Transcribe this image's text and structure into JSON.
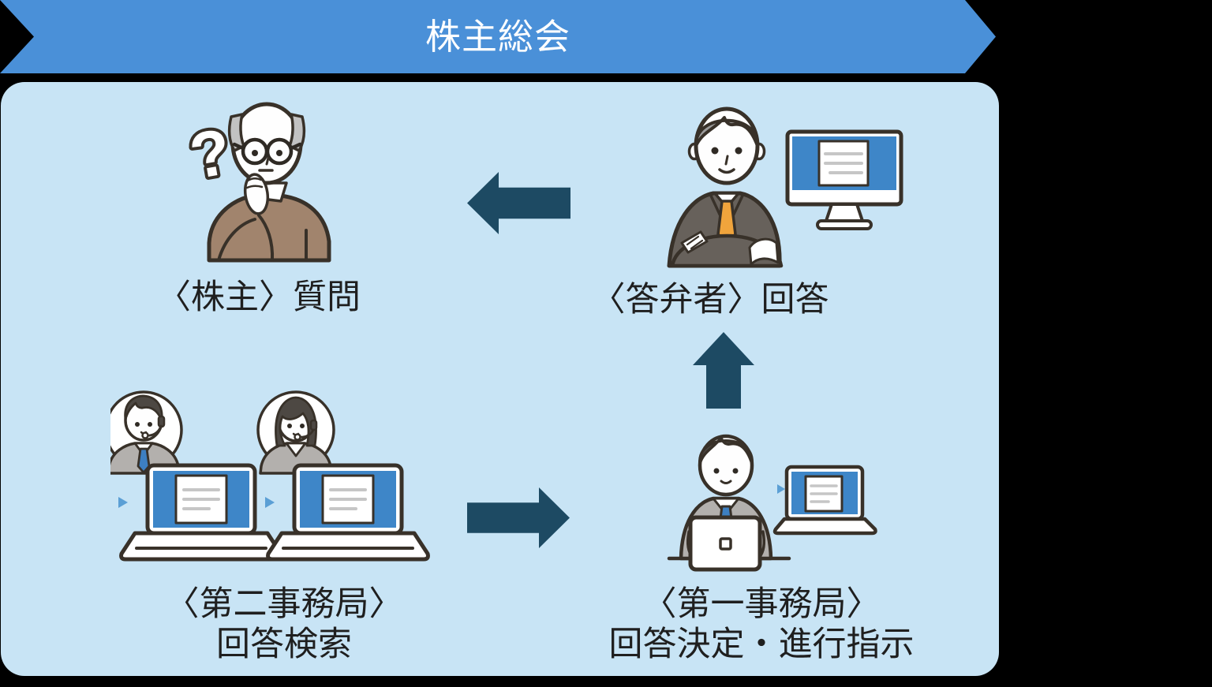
{
  "banner": {
    "title": "株主総会"
  },
  "nodes": {
    "shareholder": {
      "label": "〈株主〉質問",
      "icon": "elderly-man-thinking-icon"
    },
    "respondent": {
      "label": "〈答弁者〉回答",
      "icons": [
        "businessman-arms-crossed-icon",
        "desktop-monitor-icon"
      ]
    },
    "secretariat2": {
      "label_line1": "〈第二事務局〉",
      "label_line2": "回答検索",
      "icons": [
        "male-operator-headset-icon",
        "female-operator-headset-icon",
        "laptop-icon",
        "laptop-icon",
        "play-marker-icon",
        "play-marker-icon"
      ]
    },
    "secretariat1": {
      "label_line1": "〈第一事務局〉",
      "label_line2": "回答決定・進行指示",
      "icons": [
        "clerk-at-laptop-icon",
        "laptop-icon",
        "play-marker-icon"
      ]
    }
  },
  "arrows": [
    {
      "from": "respondent",
      "to": "shareholder",
      "direction": "left"
    },
    {
      "from": "secretariat1",
      "to": "respondent",
      "direction": "up"
    },
    {
      "from": "secretariat2",
      "to": "secretariat1",
      "direction": "right"
    }
  ],
  "colors": {
    "banner-blue": "#4a90d8",
    "panel-blue": "#c8e4f5",
    "arrow-navy": "#1d4a63",
    "screen-blue": "#3e86c8",
    "outline-dark": "#383129",
    "suit-dark": "#67615b",
    "suit-gray": "#b3b0ad",
    "sweater-brown": "#a1846d",
    "tie-orange": "#f0a43c",
    "tie-blue": "#3d7fc1",
    "hair-gray": "#9c9c9c",
    "hair-dark": "#4d4843",
    "elder-hair-gray": "#c2c2c2",
    "marker-blue": "#5b9fd5",
    "doc-line-gray": "#c6c6c6",
    "label-text": "#1f1f1f",
    "banner-text": "#ffffff",
    "background": "#000000"
  }
}
